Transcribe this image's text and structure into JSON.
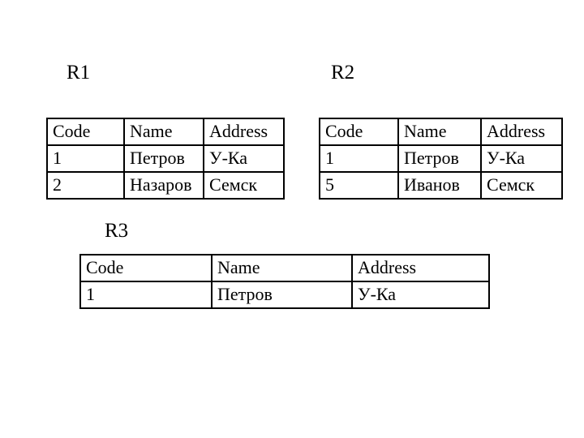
{
  "slide": {
    "background_color": "#ffffff",
    "text_color": "#000000",
    "table_border_color": "#000000"
  },
  "relations": [
    {
      "label": "R1",
      "headers": [
        "Code",
        "Name",
        "Address"
      ],
      "rows": [
        [
          "1",
          "Петров",
          "У-Ка"
        ],
        [
          "2",
          "Назаров",
          "Семск"
        ]
      ]
    },
    {
      "label": "R2",
      "headers": [
        "Code",
        "Name",
        "Address"
      ],
      "rows": [
        [
          "1",
          "Петров",
          "У-Ка"
        ],
        [
          "5",
          "Иванов",
          "Семск"
        ]
      ]
    },
    {
      "label": "R3",
      "headers": [
        "Code",
        "Name",
        "Address"
      ],
      "rows": [
        [
          "1",
          "Петров",
          "У-Ка"
        ]
      ]
    }
  ]
}
